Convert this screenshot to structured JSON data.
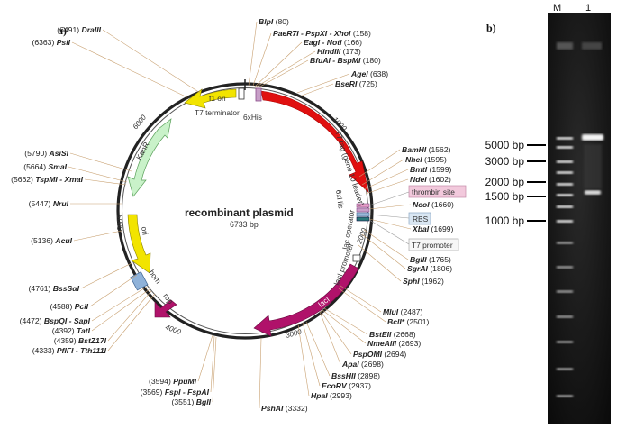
{
  "panels": {
    "a": "a)",
    "b": "b)"
  },
  "plasmid": {
    "name": "recombinant plasmid",
    "size": "6733 bp"
  },
  "ticks": [
    "1000",
    "2000",
    "3000",
    "4000",
    "5000",
    "6000"
  ],
  "features": {
    "f1_ori": "f1 ori",
    "t7_terminator": "T7 terminator",
    "his_tag": "6xHis",
    "ycin": "ycIN",
    "t7_tag": "T7 tag (gene 10 leader)",
    "his_inner": "6xHis",
    "thrombin": "thrombin site",
    "rbs": "RBS",
    "t7_promoter": "T7 promoter",
    "lac_operator": "lac operator",
    "laci_promoter": "lacI promoter",
    "laci": "lacI",
    "rop": "rop",
    "bom": "bom",
    "ori": "ori",
    "kanr": "KanR"
  },
  "sites": [
    {
      "enzyme": "BlpI",
      "pos": "(80)"
    },
    {
      "enzyme": "PaeR7I - PspXI - XhoI",
      "pos": "(158)"
    },
    {
      "enzyme": "EagI - NotI",
      "pos": "(166)"
    },
    {
      "enzyme": "HindIII",
      "pos": "(173)"
    },
    {
      "enzyme": "BfuAI - BspMI",
      "pos": "(180)"
    },
    {
      "enzyme": "AgeI",
      "pos": "(638)"
    },
    {
      "enzyme": "BseRI",
      "pos": "(725)"
    },
    {
      "enzyme": "BamHI",
      "pos": "(1562)"
    },
    {
      "enzyme": "NheI",
      "pos": "(1595)"
    },
    {
      "enzyme": "BmtI",
      "pos": "(1599)"
    },
    {
      "enzyme": "NdeI",
      "pos": "(1602)"
    },
    {
      "enzyme": "NcoI",
      "pos": "(1660)"
    },
    {
      "enzyme": "XbaI",
      "pos": "(1699)"
    },
    {
      "enzyme": "BglII",
      "pos": "(1765)"
    },
    {
      "enzyme": "SgrAI",
      "pos": "(1806)"
    },
    {
      "enzyme": "SphI",
      "pos": "(1962)"
    },
    {
      "enzyme": "MluI",
      "pos": "(2487)"
    },
    {
      "enzyme": "BclI*",
      "pos": "(2501)"
    },
    {
      "enzyme": "BstEII",
      "pos": "(2668)"
    },
    {
      "enzyme": "NmeAIII",
      "pos": "(2693)"
    },
    {
      "enzyme": "PspOMI",
      "pos": "(2694)"
    },
    {
      "enzyme": "ApaI",
      "pos": "(2698)"
    },
    {
      "enzyme": "BssHII",
      "pos": "(2898)"
    },
    {
      "enzyme": "EcoRV",
      "pos": "(2937)"
    },
    {
      "enzyme": "HpaI",
      "pos": "(2993)"
    },
    {
      "enzyme": "PshAI",
      "pos": "(3332)"
    },
    {
      "enzyme": "BglI",
      "pos": "(3551)"
    },
    {
      "enzyme": "FspI - FspAI",
      "pos": "(3569)"
    },
    {
      "enzyme": "PpuMI",
      "pos": "(3594)"
    },
    {
      "enzyme": "PflFI - Tth111I",
      "pos": "(4333)"
    },
    {
      "enzyme": "BstZ17I",
      "pos": "(4359)"
    },
    {
      "enzyme": "TatI",
      "pos": "(4392)"
    },
    {
      "enzyme": "BspQI - SapI",
      "pos": "(4472)"
    },
    {
      "enzyme": "PciI",
      "pos": "(4588)"
    },
    {
      "enzyme": "BssSαI",
      "pos": "(4761)"
    },
    {
      "enzyme": "AcuI",
      "pos": "(5136)"
    },
    {
      "enzyme": "NruI",
      "pos": "(5447)"
    },
    {
      "enzyme": "TspMI - XmaI",
      "pos": "(5662)"
    },
    {
      "enzyme": "SmaI",
      "pos": "(5664)"
    },
    {
      "enzyme": "AsiSI",
      "pos": "(5790)"
    },
    {
      "enzyme": "PsiI",
      "pos": "(6363)"
    },
    {
      "enzyme": "DraIII",
      "pos": "(6491)"
    }
  ],
  "gel": {
    "lanes": [
      "M",
      "1"
    ],
    "ladder_labels": [
      "5000 bp",
      "3000 bp",
      "2000 bp",
      "1500 bp",
      "1000 bp"
    ]
  }
}
